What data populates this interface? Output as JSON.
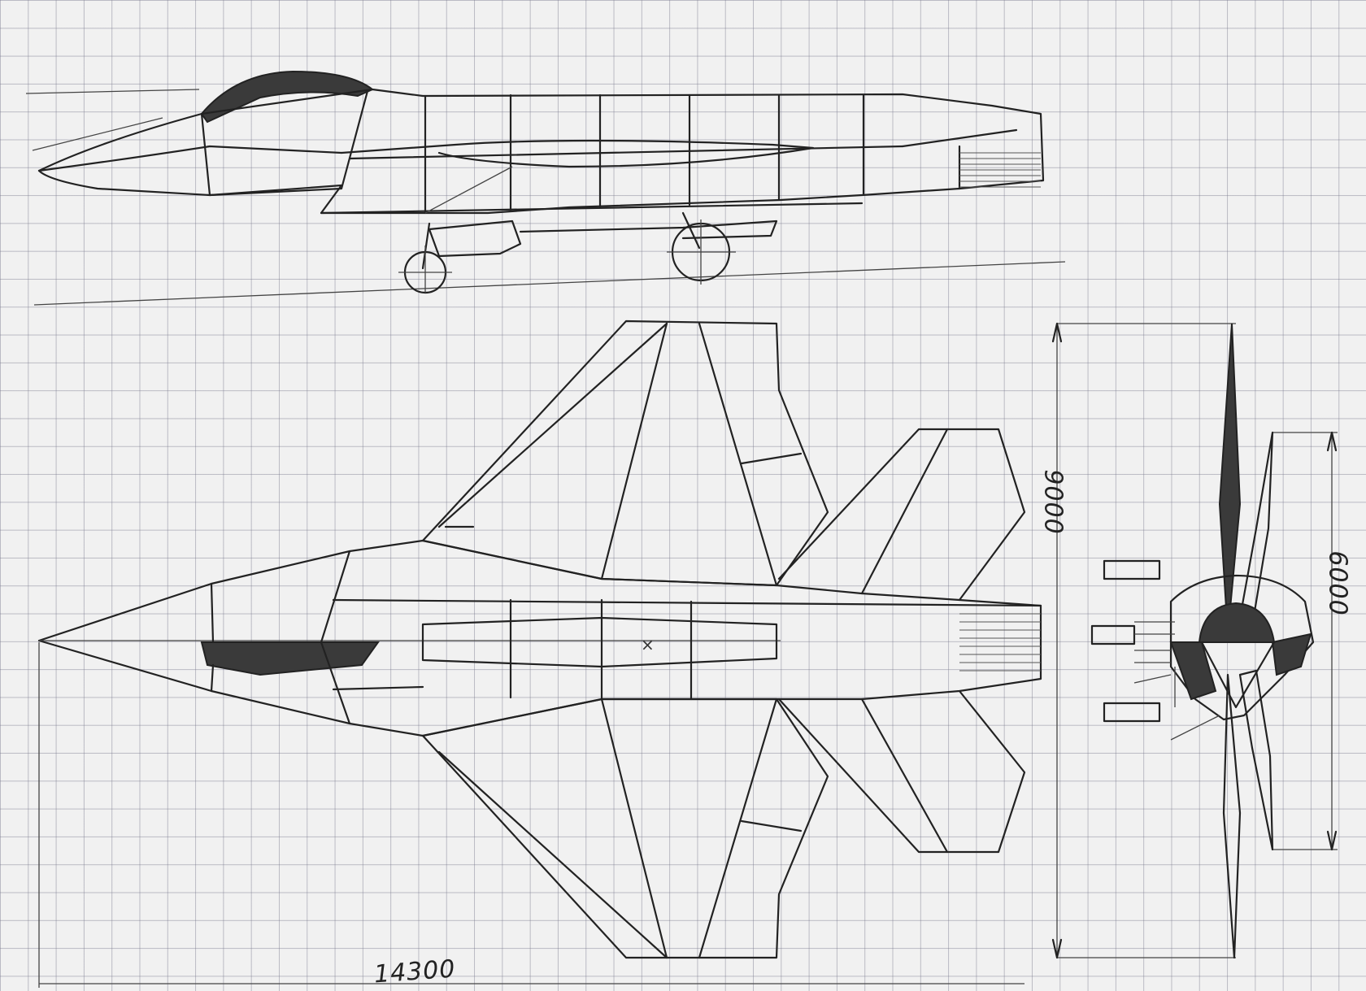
{
  "drawing": {
    "dimensions": {
      "length": "14300",
      "span": "9000",
      "tail_span": "6000"
    }
  }
}
